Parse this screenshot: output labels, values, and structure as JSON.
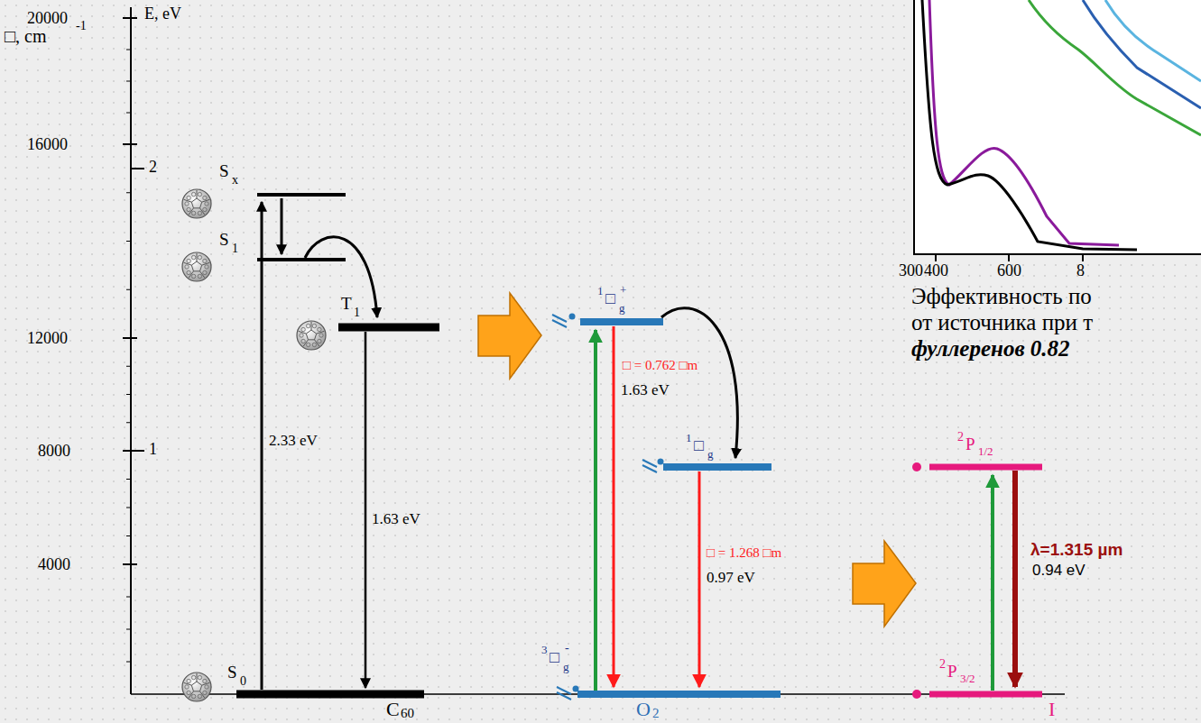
{
  "diagram": {
    "labels": [
      "□, cm",
      "-1",
      "E, eV",
      "20000",
      "16000",
      "12000",
      "8000",
      "4000",
      "2",
      "1",
      "S",
      "x",
      "S",
      "1",
      "T",
      "1",
      "S",
      "0",
      "2.33 eV",
      "1.63 eV",
      "C",
      "60",
      "1",
      "□",
      "g",
      "+",
      "□ = 0.762 □m",
      "1.63 eV",
      "1",
      "□",
      "g",
      "□ = 1.268 □m",
      "0.97 eV",
      "3",
      "□",
      "g",
      "-",
      "O",
      "2",
      "2",
      "P",
      "1/2",
      "2",
      "P",
      "3/2",
      "λ=1.315 µm",
      "0.94 eV",
      "I",
      "300",
      "400",
      "600",
      "8",
      "Эффективность по",
      "от источника при т",
      "фуллеренов 0.82"
    ]
  }
}
